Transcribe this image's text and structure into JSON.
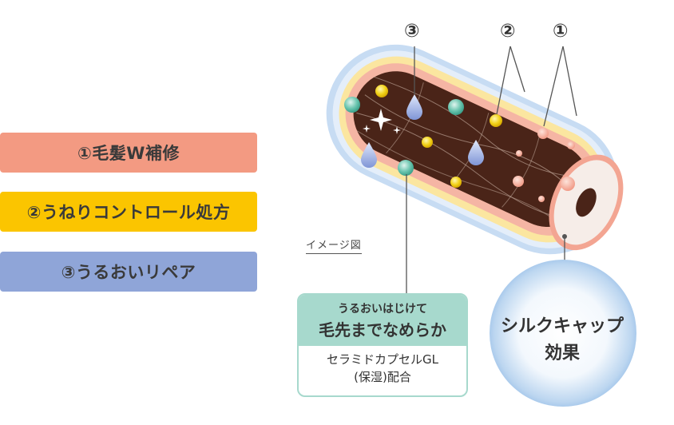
{
  "labels": {
    "bar1": "①毛髪W補修",
    "bar2": "②うねりコントロール処方",
    "bar3": "③うるおいリペア"
  },
  "callouts": {
    "num1": "①",
    "num2": "②",
    "num3": "③"
  },
  "image_note": "イメージ図",
  "info_box": {
    "subtitle": "うるおいはじけて",
    "title": "毛先までなめらか",
    "ingredient": "セラミドカプセルGL",
    "note": "(保湿)配合"
  },
  "silk_cap": {
    "line1": "シルクキャップ",
    "line2": "効果"
  },
  "colors": {
    "bar1": "#f39a82",
    "bar2": "#fbc500",
    "bar3": "#8fa5d8",
    "hair": "#4a2418",
    "info_box": "#a7d9cd"
  }
}
